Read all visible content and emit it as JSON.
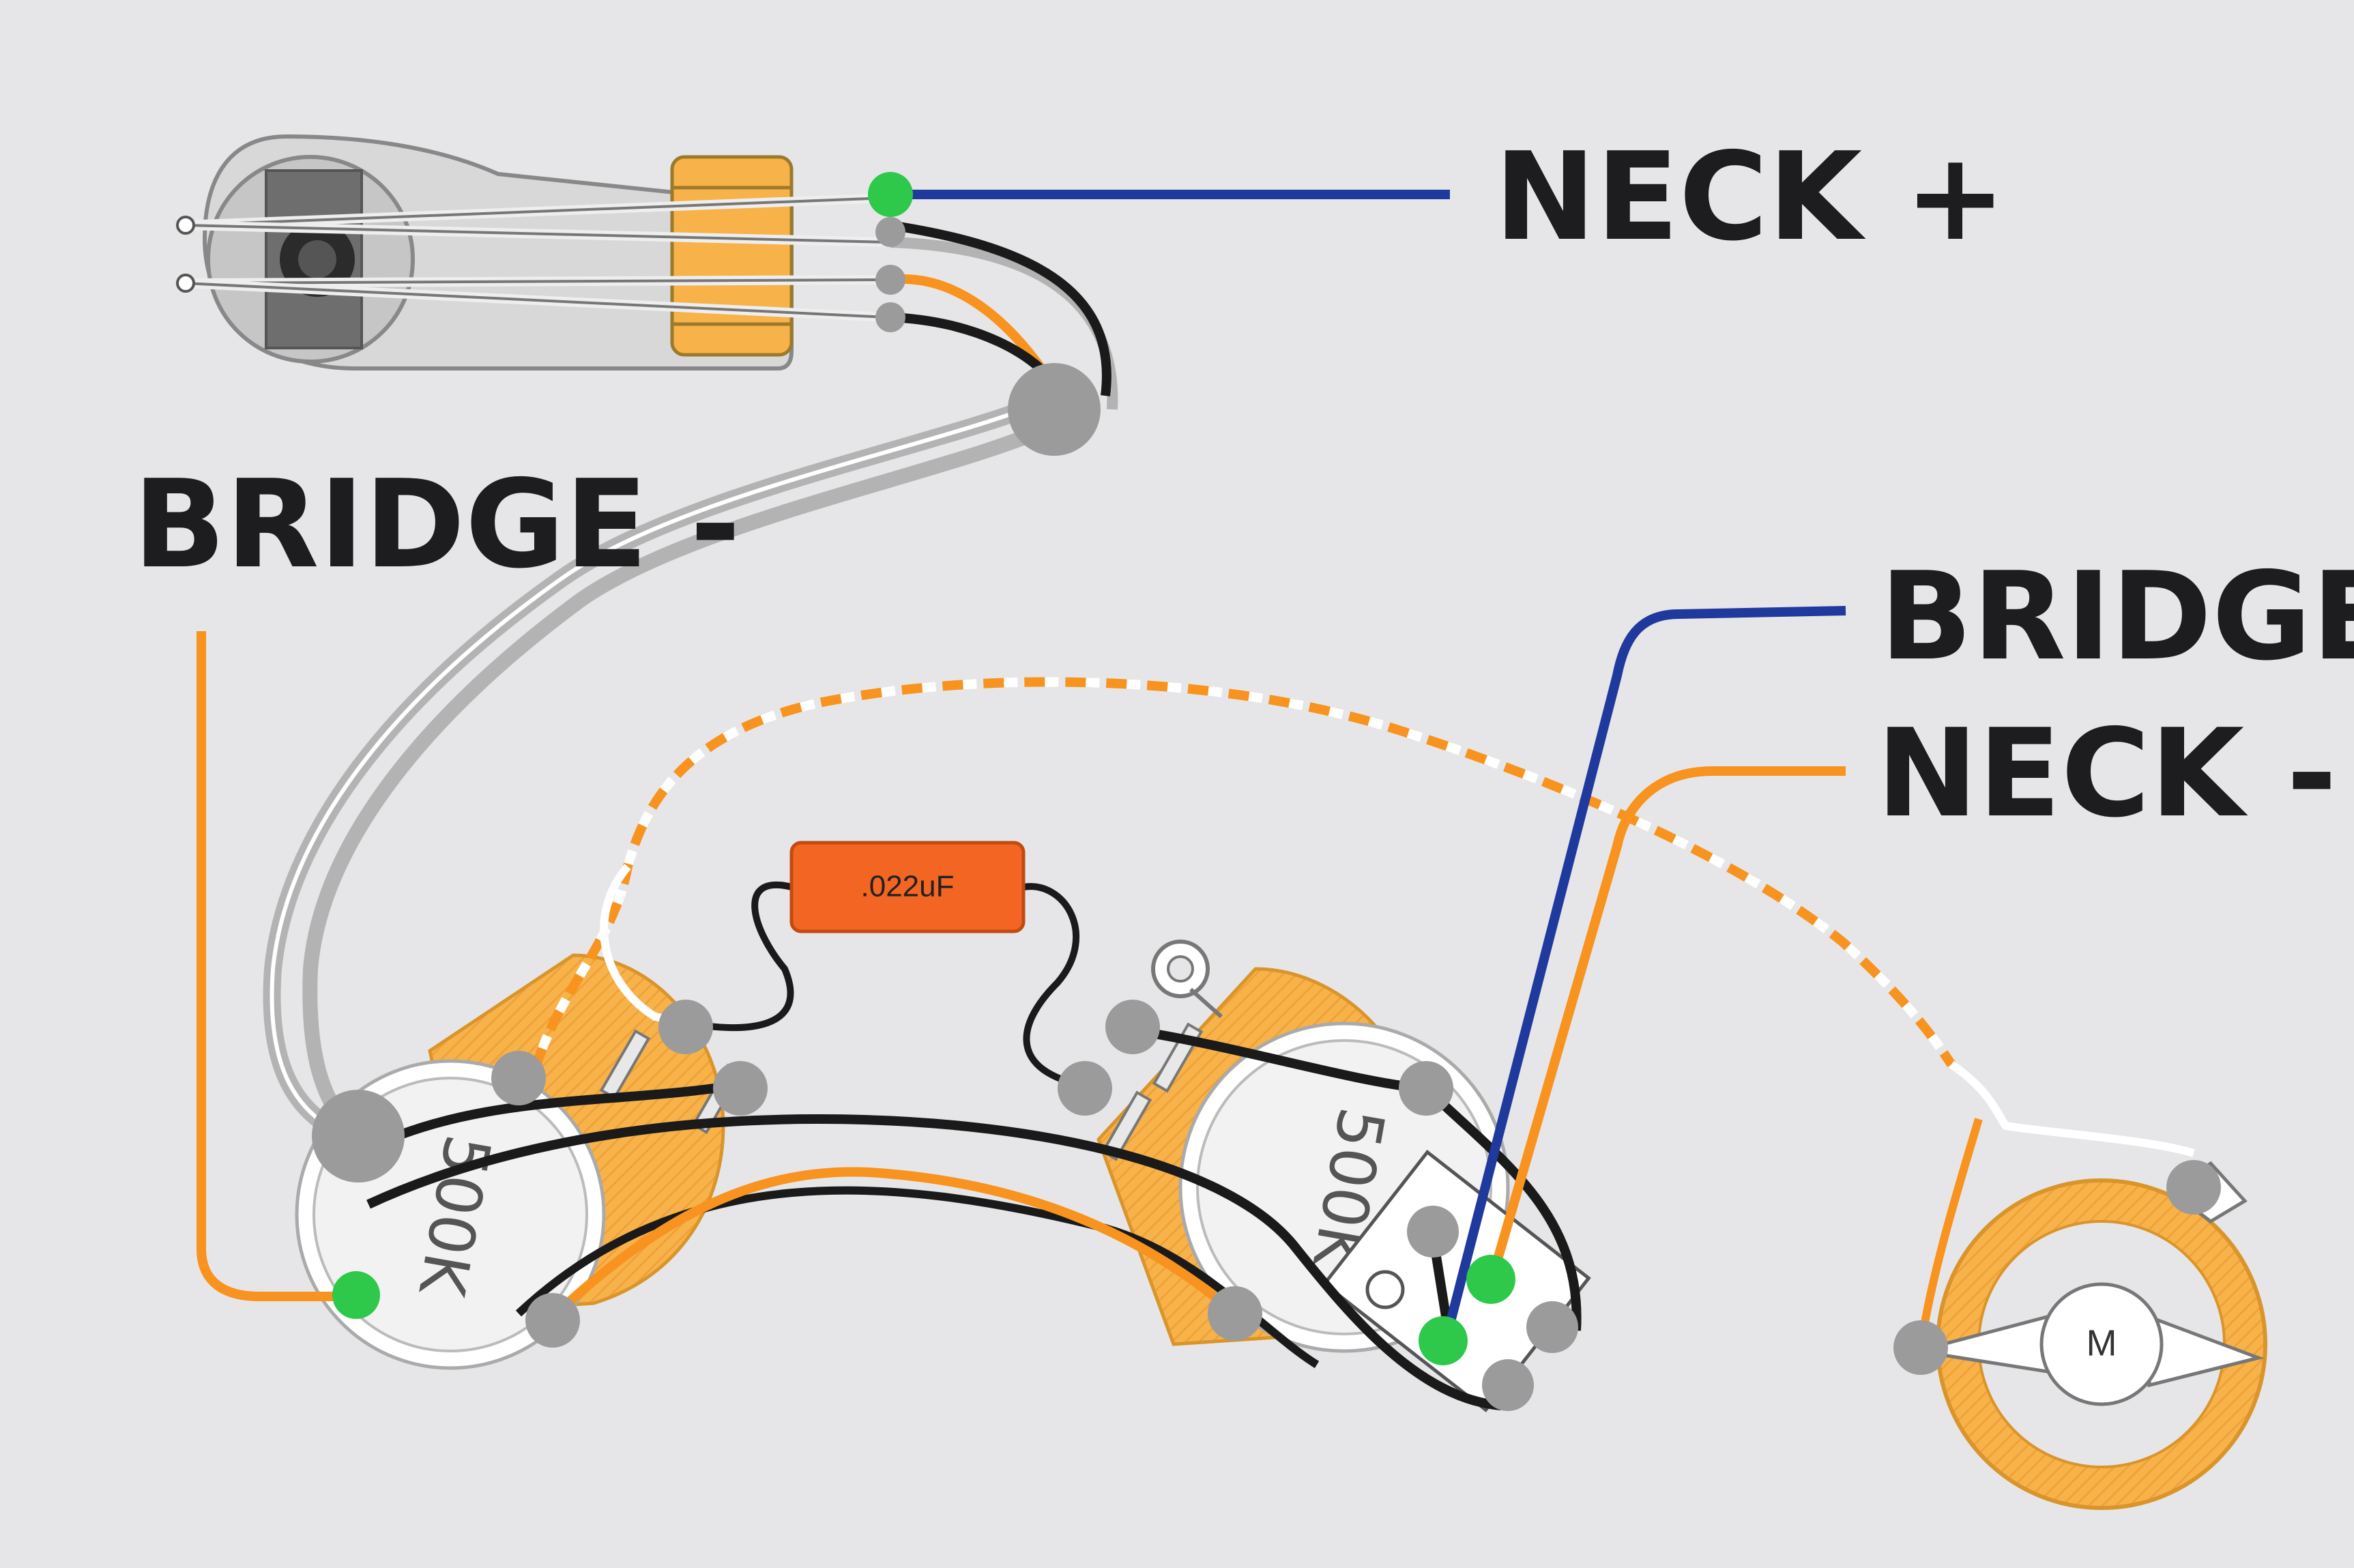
{
  "labels": {
    "neck_plus": "NECK +",
    "bridge_minus": "BRIDGE -",
    "bridge_plus": "BRIDGE +",
    "neck_minus": "NECK -"
  },
  "components": {
    "capacitor": ".022uF",
    "volume_pot": "500K",
    "tone_pot": "500K",
    "output_jack": "M"
  },
  "colors": {
    "background": "#e6e6e8",
    "wire_orange": "#f7931e",
    "wire_blue": "#1f3a9c",
    "wire_black": "#1a1a1a",
    "wire_white": "#ffffff",
    "wire_gray": "#b3b3b3",
    "solder_gray": "#9b9b9b",
    "solder_green": "#2ec84a",
    "capacitor": "#f26522",
    "pot_orange": "#f7b24a"
  }
}
